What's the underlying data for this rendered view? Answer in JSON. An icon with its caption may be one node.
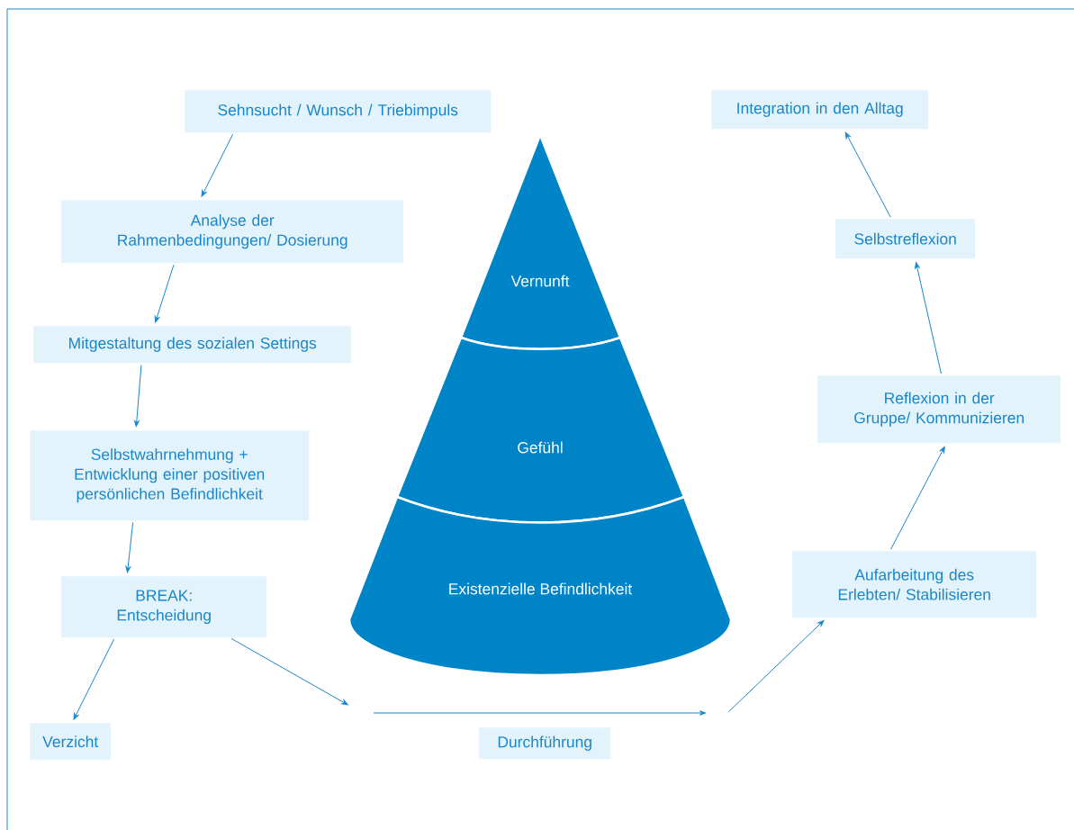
{
  "diagram": {
    "nodes": [
      {
        "text": [
          "Sehnsucht / Wunsch / Triebimpuls"
        ]
      },
      {
        "text": [
          "Analyse der Rahmenbedingungen/ Dosierung"
        ]
      },
      {
        "text": [
          "Mitgestaltung des sozialen Settings"
        ]
      },
      {
        "text": [
          "Selbstwahrnehmung + Entwicklung einer positiven persönlichen Befindlichkeit"
        ]
      },
      {
        "text": [
          "BREAK: Entscheidung"
        ]
      },
      {
        "text": [
          "Verzicht"
        ]
      },
      {
        "text": [
          "Durchführung"
        ]
      },
      {
        "text": [
          "Aufarbeitung des Erlebten/ Stabilisieren"
        ]
      },
      {
        "text": [
          "Reflexion in der Gruppe/ Kommunizieren"
        ]
      },
      {
        "text": [
          "Selbstreflexion"
        ]
      },
      {
        "text": [
          "Integration in den Alltag"
        ]
      },
      {
        "text": [
          "Vernunft"
        ]
      },
      {
        "text": [
          "Gefühl"
        ]
      },
      {
        "text": [
          "Existenzielle Befindlichkeit"
        ]
      }
    ],
    "edges": [
      {
        "from": 0,
        "to": 1,
        "arrow": "to"
      },
      {
        "from": 1,
        "to": 2,
        "arrow": "to"
      },
      {
        "from": 2,
        "to": 3,
        "arrow": "to"
      },
      {
        "from": 3,
        "to": 4,
        "arrow": "to"
      },
      {
        "from": 4,
        "to": 5,
        "arrow": "to"
      },
      {
        "from": 4,
        "to": null,
        "arrow": "to"
      },
      {
        "from": null,
        "to": 7,
        "arrow": "to"
      },
      {
        "from": 7,
        "to": 8,
        "arrow": "to"
      },
      {
        "from": 8,
        "to": 9,
        "arrow": "to"
      },
      {
        "from": 9,
        "to": 10,
        "arrow": "to"
      }
    ]
  }
}
